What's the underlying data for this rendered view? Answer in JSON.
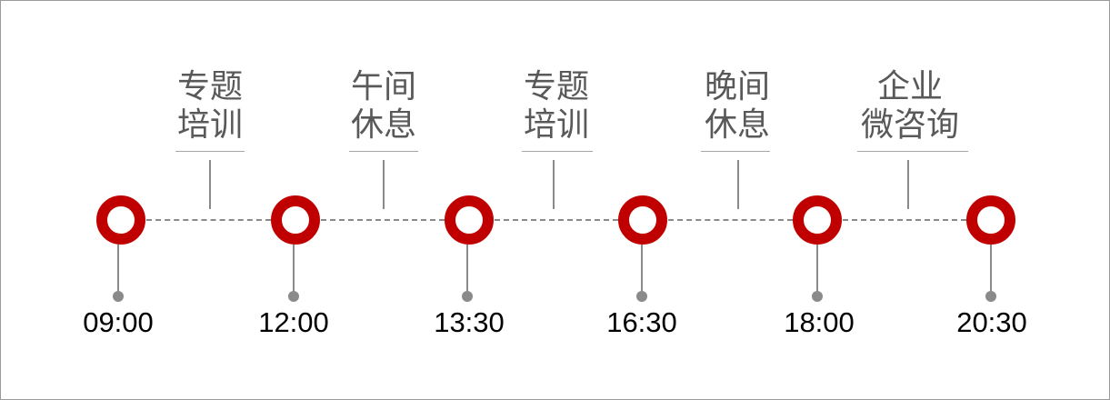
{
  "timeline": {
    "times": [
      "09:00",
      "12:00",
      "13:30",
      "16:30",
      "18:00",
      "20:30"
    ],
    "segments": [
      {
        "label": "专题\n培训"
      },
      {
        "label": "午间\n休息"
      },
      {
        "label": "专题\n培训"
      },
      {
        "label": "晚间\n休息"
      },
      {
        "label": "企业\n微咨询"
      }
    ],
    "colors": {
      "node": "#c00000",
      "connector": "#8a8a8a",
      "label_text": "#595959",
      "time_text": "#000000"
    }
  }
}
